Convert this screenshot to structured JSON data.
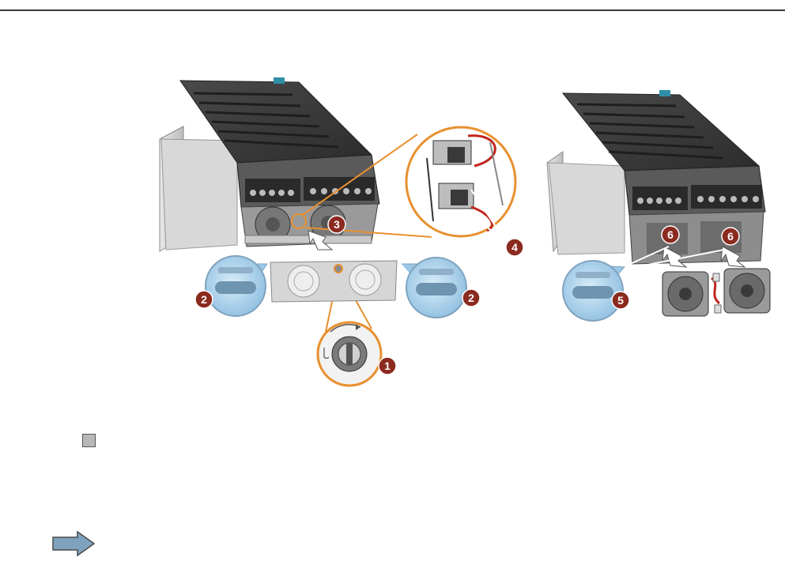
{
  "figure": {
    "steps": [
      "1",
      "2",
      "2",
      "3",
      "4",
      "5",
      "6",
      "6"
    ]
  },
  "colors": {
    "callout_orange": "#e8902f",
    "step_badge": "#8b2a1f",
    "zoom_blue": "#9cc8e8",
    "arrow_blue": "#7fa3be",
    "device_dark": "#3b3b3b",
    "device_panel": "#cfcfcf"
  },
  "icons": {
    "checkbox": "gray-square-checkbox-icon",
    "note": "right-arrow-icon"
  }
}
